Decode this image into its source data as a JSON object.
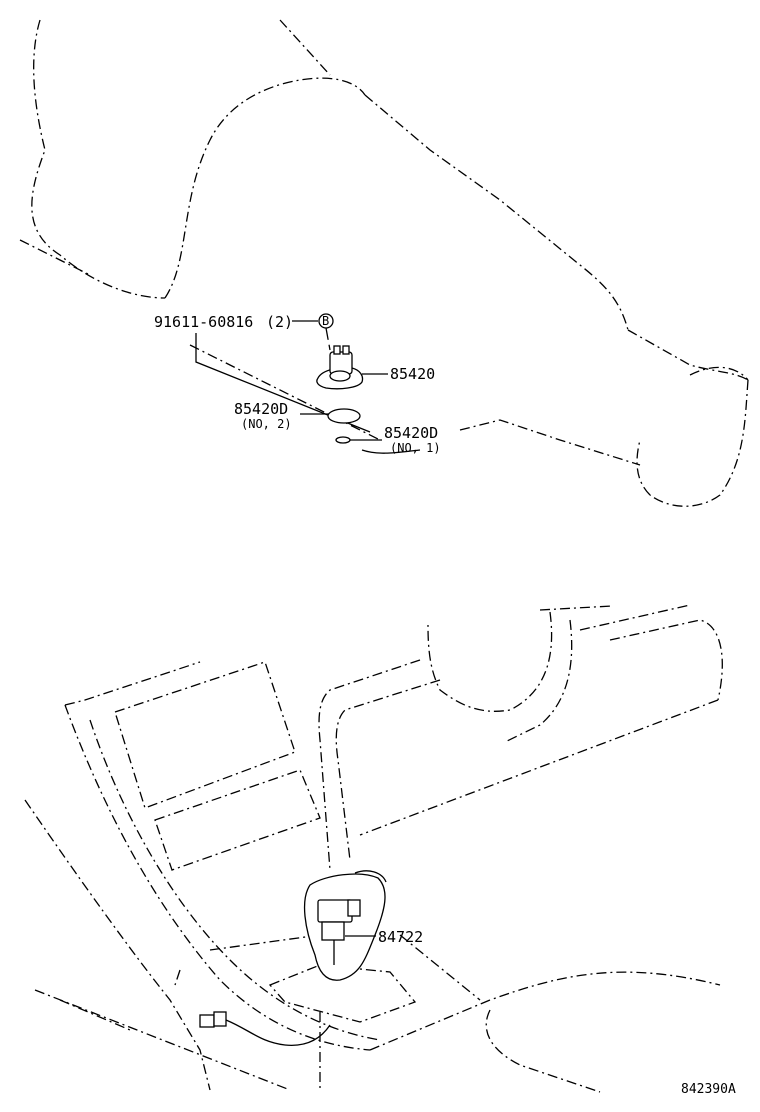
{
  "callouts": {
    "bolt": "91611-60816",
    "bolt_qty": "(2)",
    "bolt_marker": "B",
    "switch_top": "85420",
    "oring_no2": "85420D",
    "oring_no2_sub": "(NO, 2)",
    "oring_no1": "85420D",
    "oring_no1_sub": "(NO, 1)",
    "shift_switch": "84722"
  },
  "figure_ref": "842390A"
}
